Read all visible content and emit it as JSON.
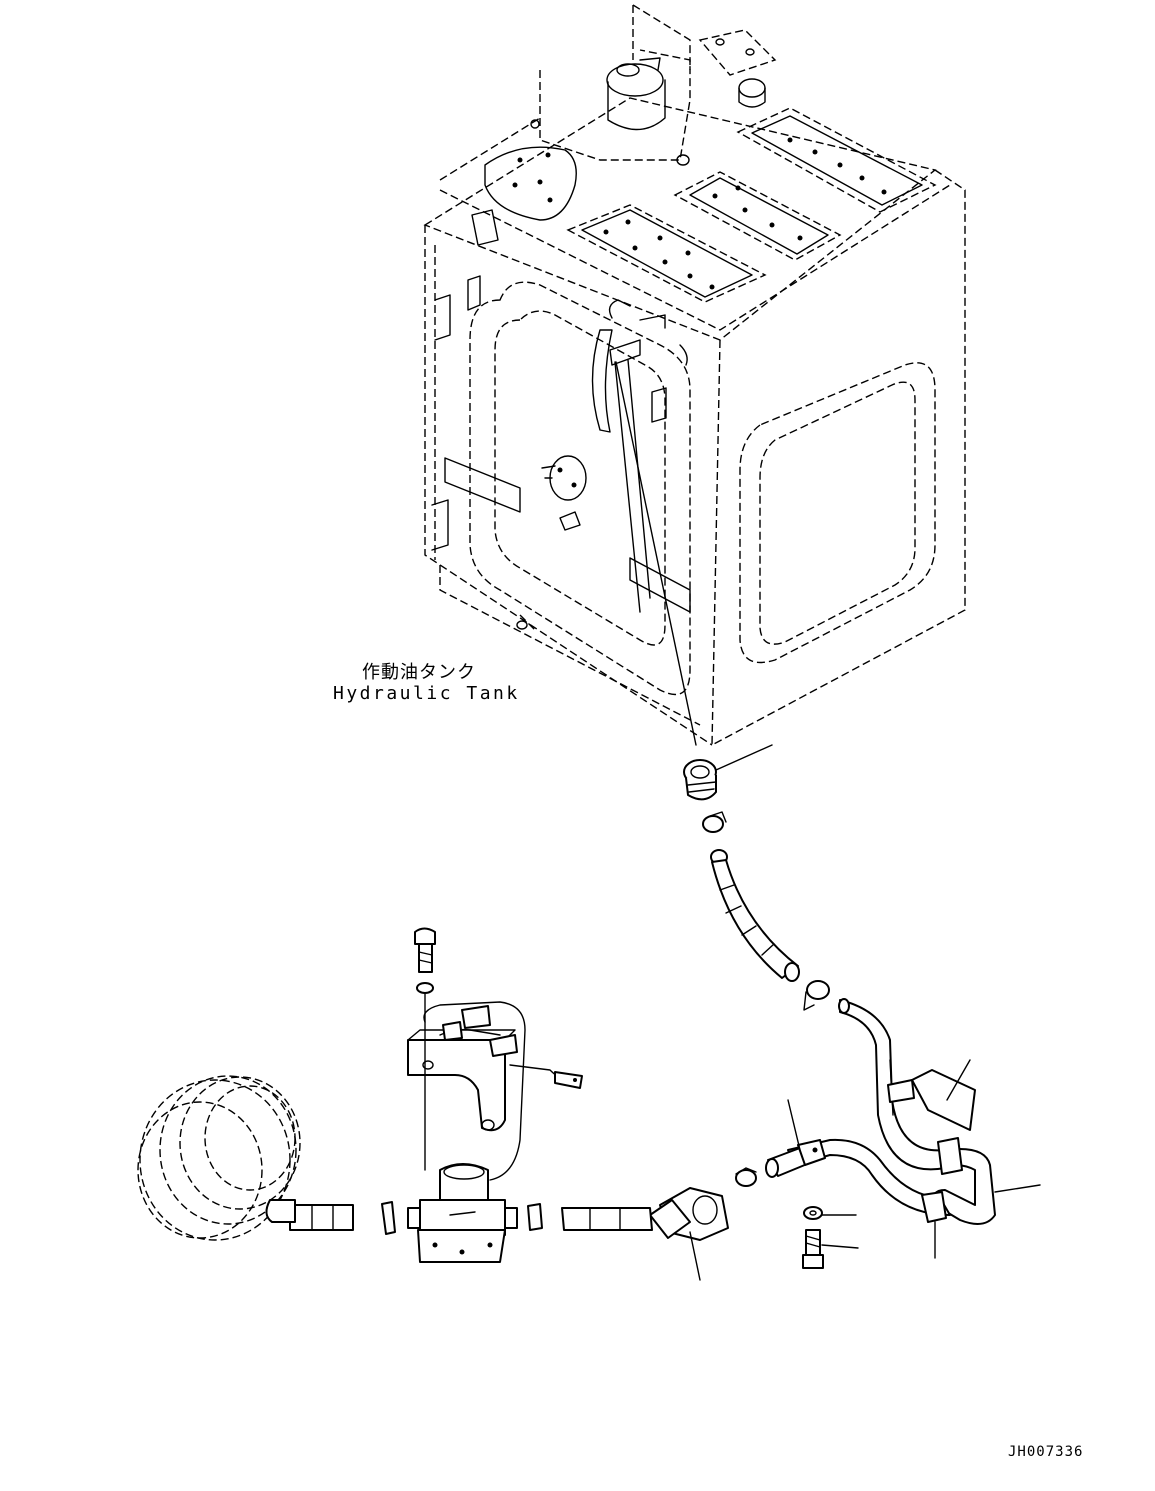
{
  "diagram": {
    "labels": {
      "tank_jp": "作動油タンク",
      "tank_en": "Hydraulic Tank"
    },
    "drawing_id": "JH007336"
  }
}
